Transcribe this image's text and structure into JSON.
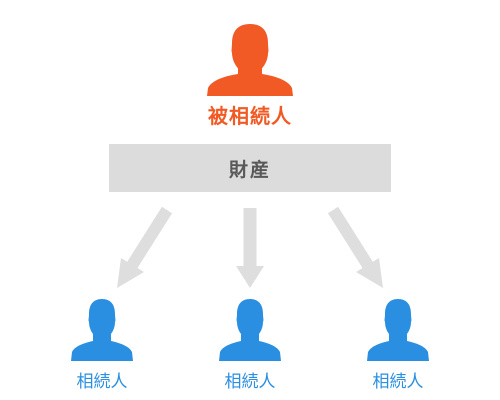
{
  "decedent": {
    "label": "被相続人",
    "color": "#f15a24",
    "icon": "person-icon"
  },
  "estate": {
    "label": "財産",
    "color": "#dcdcdc"
  },
  "heirs": [
    {
      "label": "相続人",
      "icon": "person-icon"
    },
    {
      "label": "相続人",
      "icon": "person-icon"
    },
    {
      "label": "相続人",
      "icon": "person-icon"
    }
  ],
  "colors": {
    "heir": "#2a8fe0",
    "arrow": "#dedede"
  }
}
